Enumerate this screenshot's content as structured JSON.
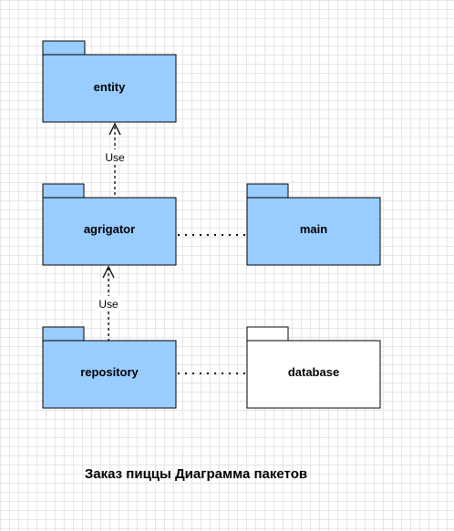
{
  "diagram": {
    "caption": "Заказ пиццы Диаграмма пакетов",
    "colors": {
      "package_blue": "#99ccff",
      "package_white": "#ffffff",
      "stroke": "#000000"
    },
    "packages": [
      {
        "id": "entity",
        "label": "entity",
        "fill": "blue"
      },
      {
        "id": "agrigator",
        "label": "agrigator",
        "fill": "blue"
      },
      {
        "id": "main",
        "label": "main",
        "fill": "blue"
      },
      {
        "id": "repository",
        "label": "repository",
        "fill": "blue"
      },
      {
        "id": "database",
        "label": "database",
        "fill": "white"
      }
    ],
    "dependencies": [
      {
        "from": "agrigator",
        "to": "entity",
        "label": "Use"
      },
      {
        "from": "repository",
        "to": "agrigator",
        "label": "Use"
      }
    ],
    "links": [
      {
        "from": "agrigator",
        "to": "main"
      },
      {
        "from": "repository",
        "to": "database"
      }
    ]
  }
}
